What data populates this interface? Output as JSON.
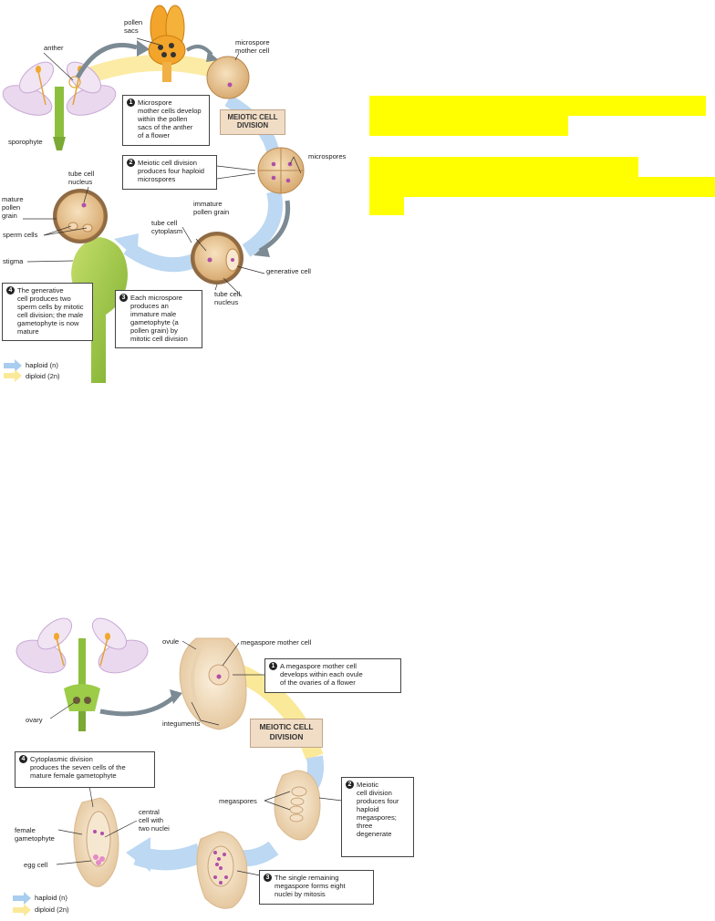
{
  "top": {
    "labels": {
      "pollen_sacs": "pollen\nsacs",
      "anther": "anther",
      "microspore_mother_cell": "microspore\nmother cell",
      "sporophyte": "sporophyte",
      "microspores": "microspores",
      "tube_cell_nucleus_top": "tube cell\nnucleus",
      "mature_pollen_grain": "mature\npollen\ngrain",
      "sperm_cells": "sperm cells",
      "stigma": "stigma",
      "immature_pollen_grain": "immature\npollen grain",
      "tube_cell_cytoplasm": "tube cell\ncytoplasm",
      "generative_cell": "generative cell",
      "tube_cell_nucleus_bottom": "tube cell\nnucleus"
    },
    "meiotic": "MEIOTIC CELL\nDIVISION",
    "steps": [
      {
        "num": "1",
        "text": "Microspore\nmother cells develop\nwithin the pollen\nsacs of the anther\nof a flower"
      },
      {
        "num": "2",
        "text": "Meiotic cell division\nproduces four haploid\nmicrospores"
      },
      {
        "num": "3",
        "text": "Each microspore\nproduces an\nimmature male\ngametophyte (a\npollen grain) by\nmitotic cell division"
      },
      {
        "num": "4",
        "text": "The generative\ncell produces two\nsperm cells by mitotic\ncell division; the male\ngametophyte is now\nmature"
      }
    ],
    "legend": {
      "haploid": "haploid (n)",
      "diploid": "diploid (2n)"
    }
  },
  "bottom": {
    "labels": {
      "ovule": "ovule",
      "megaspore_mother_cell": "megaspore mother cell",
      "ovary": "ovary",
      "integuments": "integuments",
      "megaspores": "megaspores",
      "female_gametophyte": "female\ngametophyte",
      "central_cell": "central\ncell with\ntwo nuclei",
      "egg_cell": "egg cell"
    },
    "meiotic": "MEIOTIC CELL\nDIVISION",
    "steps": [
      {
        "num": "1",
        "text": "A megaspore mother cell\ndevelops within each ovule\nof the ovaries of a flower"
      },
      {
        "num": "2",
        "text": "Meiotic\ncell division\nproduces four\nhaploid\nmegaspores;\nthree\ndegenerate"
      },
      {
        "num": "3",
        "text": "The single remaining\nmegaspore forms eight\nnuclei by mitosis"
      },
      {
        "num": "4",
        "text": "Cytoplasmic division\nproduces the seven cells of the\nmature female gametophyte"
      }
    ],
    "legend": {
      "haploid": "haploid (n)",
      "diploid": "diploid (2n)"
    }
  },
  "colors": {
    "haploid": "#a9cdef",
    "diploid": "#fbe99a",
    "highlight": "#ffff00",
    "cell": "#e9c79a",
    "purple": "#b04fa8"
  }
}
